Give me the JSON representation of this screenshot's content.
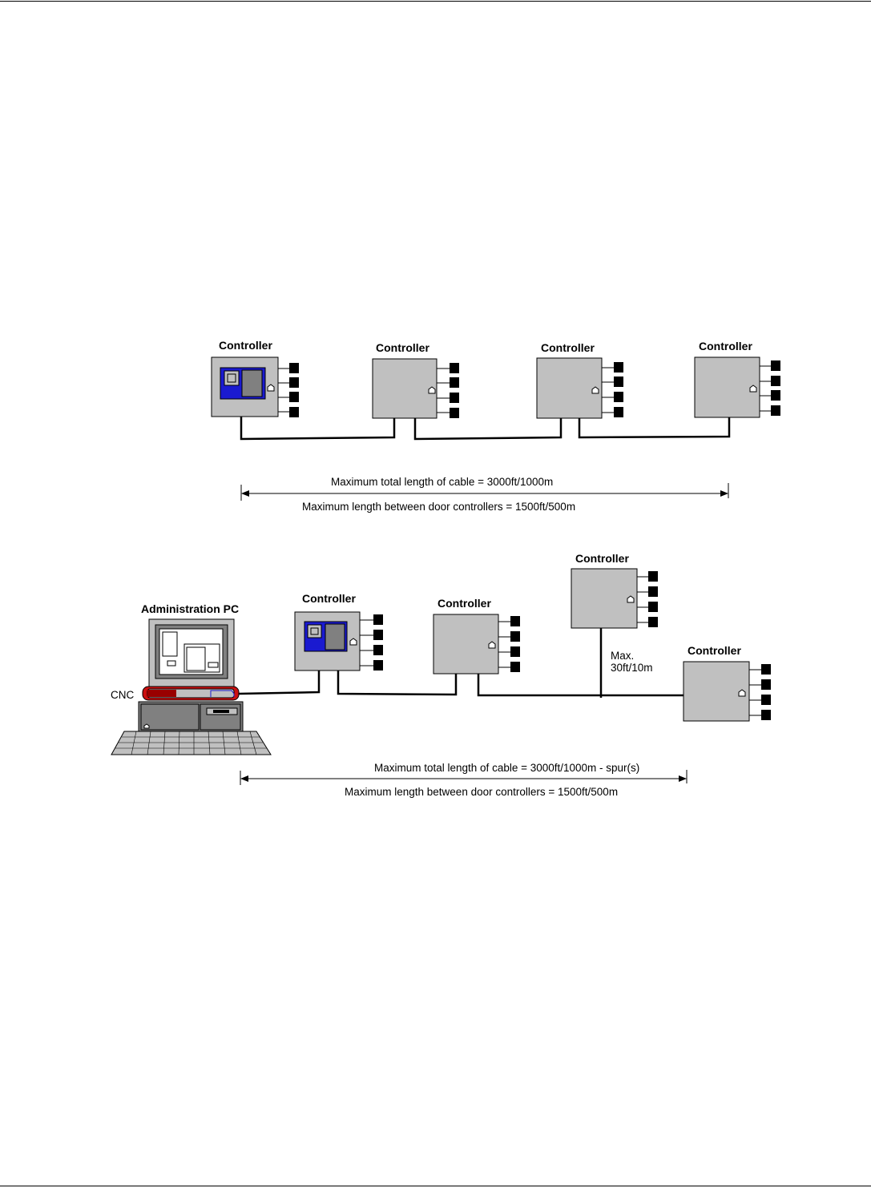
{
  "labels": {
    "controller": "Controller",
    "admin_pc": "Administration PC",
    "cnc": "CNC",
    "max_spur_line1": "Max.",
    "max_spur_line2": "30ft/10m"
  },
  "diagram_top": {
    "total_length": "Maximum total length of cable = 3000ft/1000m",
    "between_length": "Maximum length between door controllers = 1500ft/500m"
  },
  "diagram_bottom": {
    "total_length": "Maximum total length of cable = 3000ft/1000m  - spur(s)",
    "between_length": "Maximum length between door controllers = 1500ft/500m"
  },
  "colors": {
    "controller_fill": "#c0c0c0",
    "controller_display": "#1a1ad0",
    "cnc_accent": "#cc1111",
    "cnc_block": "#990000",
    "line": "#000000"
  }
}
